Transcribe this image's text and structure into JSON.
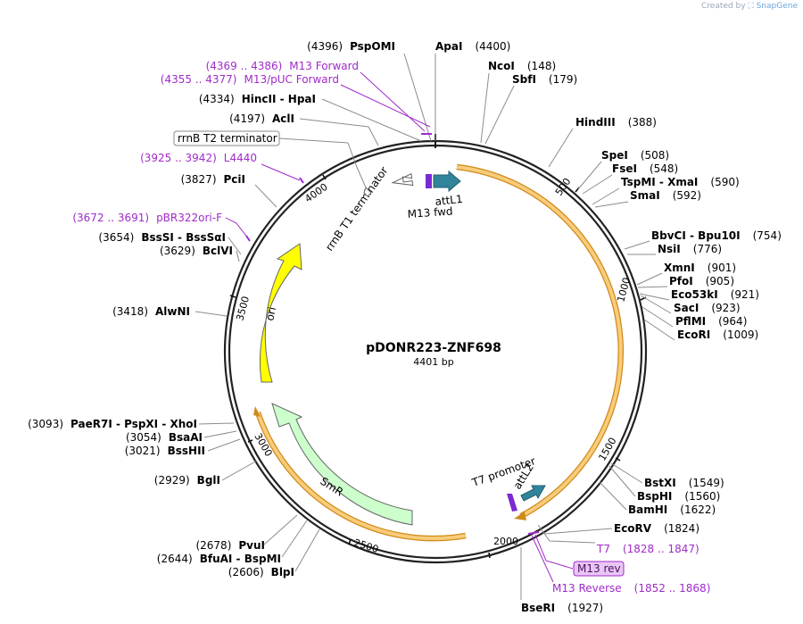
{
  "credit": {
    "prefix": "Created by",
    "brand": "SnapGene"
  },
  "plasmid": {
    "name": "pDONR223-ZNF698",
    "length_label": "4401 bp",
    "length": 4401
  },
  "ticks": [
    "500",
    "1000",
    "1500",
    "2000",
    "2500",
    "3000",
    "3500",
    "4000"
  ],
  "sites": [
    {
      "name": "PspOMI",
      "pos": "(4396)",
      "side": "left"
    },
    {
      "name": "ApaI",
      "pos": "(4400)",
      "side": "right"
    },
    {
      "name": "NcoI",
      "pos": "(148)",
      "side": "right"
    },
    {
      "name": "SbfI",
      "pos": "(179)",
      "side": "right"
    },
    {
      "name": "HindIII",
      "pos": "(388)",
      "side": "right"
    },
    {
      "name": "SpeI",
      "pos": "(508)",
      "side": "right"
    },
    {
      "name": "FseI",
      "pos": "(548)",
      "side": "right"
    },
    {
      "name": "TspMI - XmaI",
      "pos": "(590)",
      "side": "right"
    },
    {
      "name": "SmaI",
      "pos": "(592)",
      "side": "right"
    },
    {
      "name": "BbvCI - Bpu10I",
      "pos": "(754)",
      "side": "right"
    },
    {
      "name": "NsiI",
      "pos": "(776)",
      "side": "right"
    },
    {
      "name": "XmnI",
      "pos": "(901)",
      "side": "right"
    },
    {
      "name": "PfoI",
      "pos": "(905)",
      "side": "right"
    },
    {
      "name": "Eco53kI",
      "pos": "(921)",
      "side": "right"
    },
    {
      "name": "SacI",
      "pos": "(923)",
      "side": "right"
    },
    {
      "name": "PflMI",
      "pos": "(964)",
      "side": "right"
    },
    {
      "name": "EcoRI",
      "pos": "(1009)",
      "side": "right"
    },
    {
      "name": "BstXI",
      "pos": "(1549)",
      "side": "right"
    },
    {
      "name": "BspHI",
      "pos": "(1560)",
      "side": "right"
    },
    {
      "name": "BamHI",
      "pos": "(1622)",
      "side": "right"
    },
    {
      "name": "EcoRV",
      "pos": "(1824)",
      "side": "right"
    },
    {
      "name": "BseRI",
      "pos": "(1927)",
      "side": "right"
    },
    {
      "name": "BlpI",
      "pos": "(2606)",
      "side": "left"
    },
    {
      "name": "BfuAI - BspMI",
      "pos": "(2644)",
      "side": "left"
    },
    {
      "name": "PvuI",
      "pos": "(2678)",
      "side": "left"
    },
    {
      "name": "BglI",
      "pos": "(2929)",
      "side": "left"
    },
    {
      "name": "BssHII",
      "pos": "(3021)",
      "side": "left"
    },
    {
      "name": "BsaAI",
      "pos": "(3054)",
      "side": "left"
    },
    {
      "name": "PaeR7I - PspXI - XhoI",
      "pos": "(3093)",
      "side": "left"
    },
    {
      "name": "AlwNI",
      "pos": "(3418)",
      "side": "left"
    },
    {
      "name": "BclVI",
      "pos": "(3629)",
      "side": "left"
    },
    {
      "name": "BssSI - BssSαI",
      "pos": "(3654)",
      "side": "left"
    },
    {
      "name": "PciI",
      "pos": "(3827)",
      "side": "left"
    },
    {
      "name": "AclI",
      "pos": "(4197)",
      "side": "left"
    },
    {
      "name": "HincII - HpaI",
      "pos": "(4334)",
      "side": "left"
    }
  ],
  "primers": [
    {
      "name": "M13 Forward",
      "range": "(4369 .. 4386)"
    },
    {
      "name": "M13/pUC Forward",
      "range": "(4355 .. 4377)"
    },
    {
      "name": "L4440",
      "range": "(3925 .. 3942)"
    },
    {
      "name": "pBR322ori-F",
      "range": "(3672 .. 3691)"
    },
    {
      "name": "T7",
      "range": "(1828 .. 1847)"
    },
    {
      "name": "M13 rev",
      "range": ""
    },
    {
      "name": "M13 Reverse",
      "range": "(1852 .. 1868)"
    }
  ],
  "features": {
    "rrnB_T2": "rrnB T2 terminator",
    "rrnB_T1": "rrnB T1 terminator",
    "attL1": "attL1",
    "m13fwd": "M13 fwd",
    "t7promoter": "T7 promoter",
    "attL2": "attL2",
    "ori": "ori",
    "smr": "SmR"
  },
  "colors": {
    "backbone": "#222222",
    "orf": "#f5b542",
    "ori": "#ffff00",
    "smr": "#ccffcc",
    "att": "#31849b",
    "primer": "#a02bc9",
    "primer_bind": "#7a2ad4"
  }
}
